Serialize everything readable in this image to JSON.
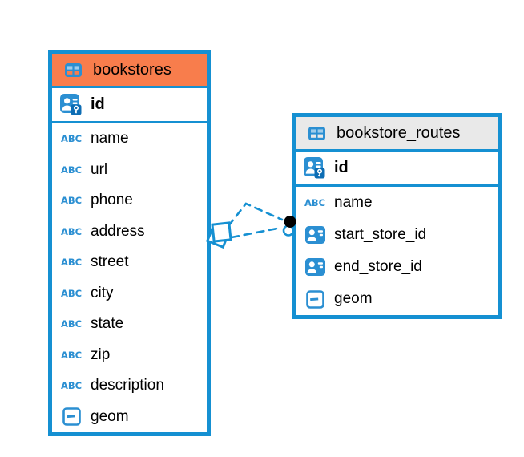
{
  "canvas": {
    "background": "#ffffff"
  },
  "colors": {
    "accent_blue": "#1590d2",
    "icon_blue": "#2b8fd2",
    "selected_header_orange": "#f87d4c",
    "header_gray": "#e9e9e9",
    "marker_black": "#000000",
    "text": "#000000"
  },
  "icons": {
    "text_type_label": "ABC",
    "table_icon": "table-grid",
    "primary_key_icon": "person-with-key",
    "foreign_key_icon": "person-card",
    "geometry_icon": "square-with-dash"
  },
  "tables": [
    {
      "name": "bookstores",
      "selected": true,
      "header_color": "#f87d4c",
      "primary_key": {
        "name": "id"
      },
      "columns": [
        {
          "name": "name",
          "type": "text"
        },
        {
          "name": "url",
          "type": "text"
        },
        {
          "name": "phone",
          "type": "text"
        },
        {
          "name": "address",
          "type": "text"
        },
        {
          "name": "street",
          "type": "text"
        },
        {
          "name": "city",
          "type": "text"
        },
        {
          "name": "state",
          "type": "text"
        },
        {
          "name": "zip",
          "type": "text"
        },
        {
          "name": "description",
          "type": "text"
        },
        {
          "name": "geom",
          "type": "geometry"
        }
      ]
    },
    {
      "name": "bookstore_routes",
      "selected": false,
      "header_color": "#e9e9e9",
      "primary_key": {
        "name": "id"
      },
      "columns": [
        {
          "name": "name",
          "type": "text"
        },
        {
          "name": "start_store_id",
          "type": "foreign-key"
        },
        {
          "name": "end_store_id",
          "type": "foreign-key"
        },
        {
          "name": "geom",
          "type": "geometry"
        }
      ]
    }
  ],
  "relationships": [
    {
      "from_table": "bookstores",
      "to_table": "bookstore_routes",
      "line_style": "dashed"
    },
    {
      "from_table": "bookstores",
      "to_table": "bookstore_routes",
      "line_style": "dashed"
    }
  ]
}
